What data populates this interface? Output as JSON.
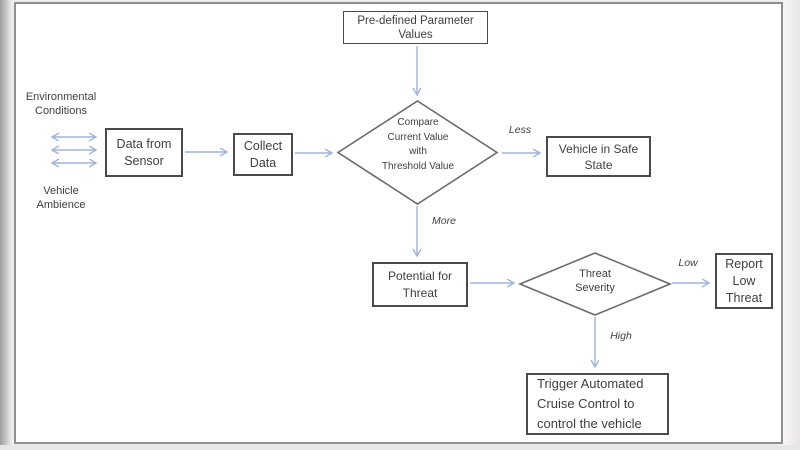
{
  "diagram": {
    "title": "Automated cruise control threat-detection flowchart",
    "nodes": {
      "predefined": {
        "label": "Pre-defined Parameter\nValues",
        "type": "process"
      },
      "data_from_sensor": {
        "label": "Data from\nSensor",
        "type": "process"
      },
      "collect_data": {
        "label": "Collect\nData",
        "type": "process"
      },
      "compare": {
        "label": "Compare\nCurrent Value\nwith\nThreshold Value",
        "type": "decision"
      },
      "vehicle_safe": {
        "label": "Vehicle in Safe\nState",
        "type": "process"
      },
      "potential_threat": {
        "label": "Potential for\nThreat",
        "type": "process"
      },
      "threat_severity": {
        "label": "Threat\nSeverity",
        "type": "decision"
      },
      "report_low": {
        "label": "Report\nLow\nThreat",
        "type": "process"
      },
      "trigger_acc": {
        "label": "Trigger Automated\nCruise Control to\ncontrol the vehicle",
        "type": "process"
      }
    },
    "annotations": {
      "environmental": "Environmental\nConditions",
      "vehicle_ambience": "Vehicle\nAmbience"
    },
    "edge_labels": {
      "less": "Less",
      "more": "More",
      "low": "Low",
      "high": "High"
    },
    "colors": {
      "arrow": "#9fb4d9",
      "box_border": "#4a4a4a",
      "diamond_border": "#6b6b6b",
      "text": "#3f3f3f",
      "slide_frame": "#8f8f8f"
    }
  }
}
